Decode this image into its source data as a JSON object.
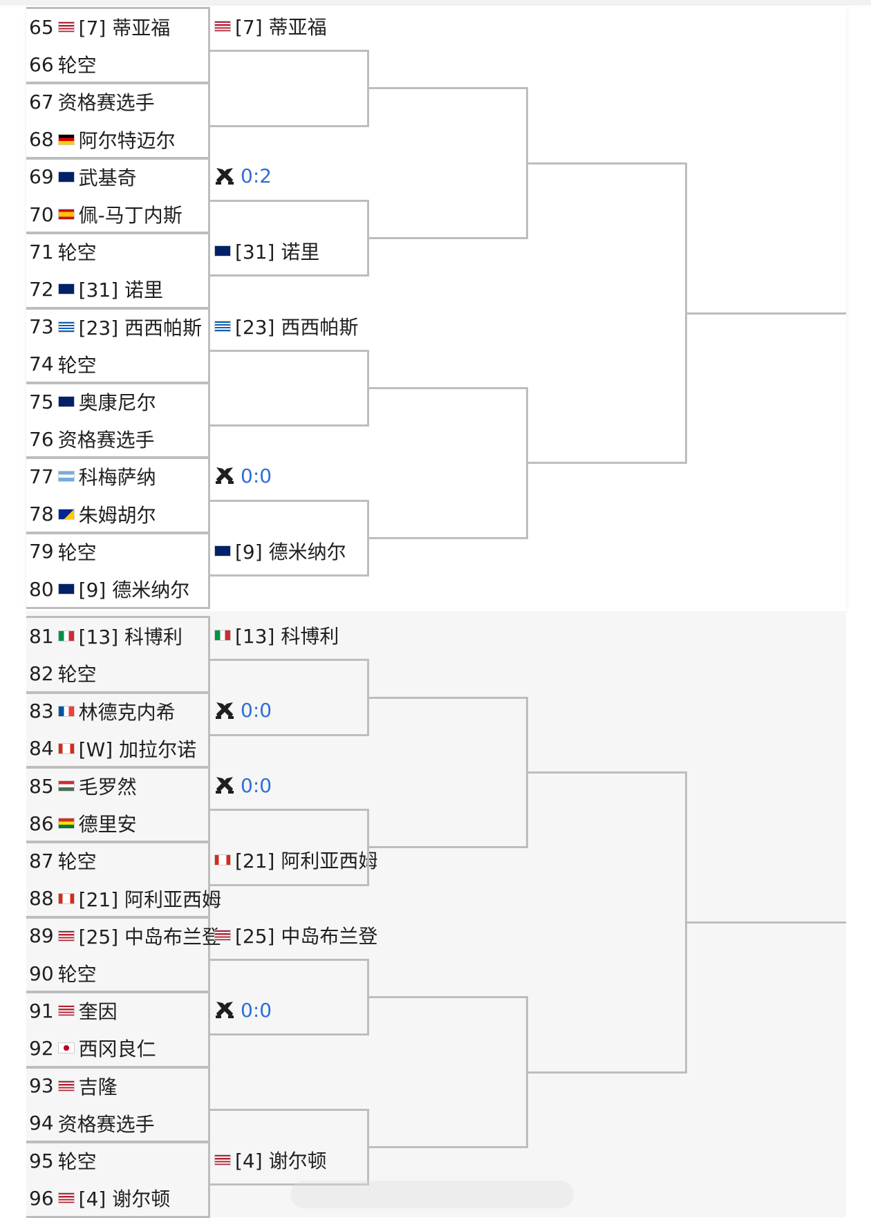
{
  "colors": {
    "line": "#bdbdbd",
    "score": "#2e6fd4",
    "section_alt_bg": "#f6f6f6"
  },
  "round1": [
    {
      "num": "65",
      "flag": "us",
      "name": "[7] 蒂亚福"
    },
    {
      "num": "66",
      "flag": "",
      "name": "轮空"
    },
    {
      "num": "67",
      "flag": "",
      "name": "资格赛选手"
    },
    {
      "num": "68",
      "flag": "de",
      "name": "阿尔特迈尔"
    },
    {
      "num": "69",
      "flag": "au",
      "name": "武基奇"
    },
    {
      "num": "70",
      "flag": "es",
      "name": "佩-马丁内斯"
    },
    {
      "num": "71",
      "flag": "",
      "name": "轮空"
    },
    {
      "num": "72",
      "flag": "gb",
      "name": "[31] 诺里"
    },
    {
      "num": "73",
      "flag": "gr",
      "name": "[23] 西西帕斯"
    },
    {
      "num": "74",
      "flag": "",
      "name": "轮空"
    },
    {
      "num": "75",
      "flag": "au",
      "name": "奥康尼尔"
    },
    {
      "num": "76",
      "flag": "",
      "name": "资格赛选手"
    },
    {
      "num": "77",
      "flag": "ar",
      "name": "科梅萨纳"
    },
    {
      "num": "78",
      "flag": "ba",
      "name": "朱姆胡尔"
    },
    {
      "num": "79",
      "flag": "",
      "name": "轮空"
    },
    {
      "num": "80",
      "flag": "au",
      "name": "[9] 德米纳尔"
    },
    {
      "num": "81",
      "flag": "it",
      "name": "[13] 科博利"
    },
    {
      "num": "82",
      "flag": "",
      "name": "轮空"
    },
    {
      "num": "83",
      "flag": "fr",
      "name": "林德克内希"
    },
    {
      "num": "84",
      "flag": "ca",
      "name": "[W] 加拉尔诺"
    },
    {
      "num": "85",
      "flag": "hu",
      "name": "毛罗然"
    },
    {
      "num": "86",
      "flag": "bo",
      "name": "德里安"
    },
    {
      "num": "87",
      "flag": "",
      "name": "轮空"
    },
    {
      "num": "88",
      "flag": "ca",
      "name": "[21] 阿利亚西姆"
    },
    {
      "num": "89",
      "flag": "us",
      "name": "[25] 中岛布兰登"
    },
    {
      "num": "90",
      "flag": "",
      "name": "轮空"
    },
    {
      "num": "91",
      "flag": "us",
      "name": "奎因"
    },
    {
      "num": "92",
      "flag": "jp",
      "name": "西冈良仁"
    },
    {
      "num": "93",
      "flag": "us",
      "name": "吉隆"
    },
    {
      "num": "94",
      "flag": "",
      "name": "资格赛选手"
    },
    {
      "num": "95",
      "flag": "",
      "name": "轮空"
    },
    {
      "num": "96",
      "flag": "us",
      "name": "[4] 谢尔顿"
    }
  ],
  "round2": [
    {
      "type": "player",
      "flag": "us",
      "name": "[7] 蒂亚福"
    },
    {
      "type": "empty"
    },
    {
      "type": "score",
      "score": "0:2"
    },
    {
      "type": "player",
      "flag": "gb",
      "name": "[31] 诺里"
    },
    {
      "type": "player",
      "flag": "gr",
      "name": "[23] 西西帕斯"
    },
    {
      "type": "empty"
    },
    {
      "type": "score",
      "score": "0:0"
    },
    {
      "type": "player",
      "flag": "au",
      "name": "[9] 德米纳尔"
    },
    {
      "type": "player",
      "flag": "it",
      "name": "[13] 科博利"
    },
    {
      "type": "score",
      "score": "0:0"
    },
    {
      "type": "score",
      "score": "0:0"
    },
    {
      "type": "player",
      "flag": "ca",
      "name": "[21] 阿利亚西姆"
    },
    {
      "type": "player",
      "flag": "us",
      "name": "[25] 中岛布兰登"
    },
    {
      "type": "score",
      "score": "0:0"
    },
    {
      "type": "empty"
    },
    {
      "type": "player",
      "flag": "us",
      "name": "[4] 谢尔顿"
    }
  ]
}
